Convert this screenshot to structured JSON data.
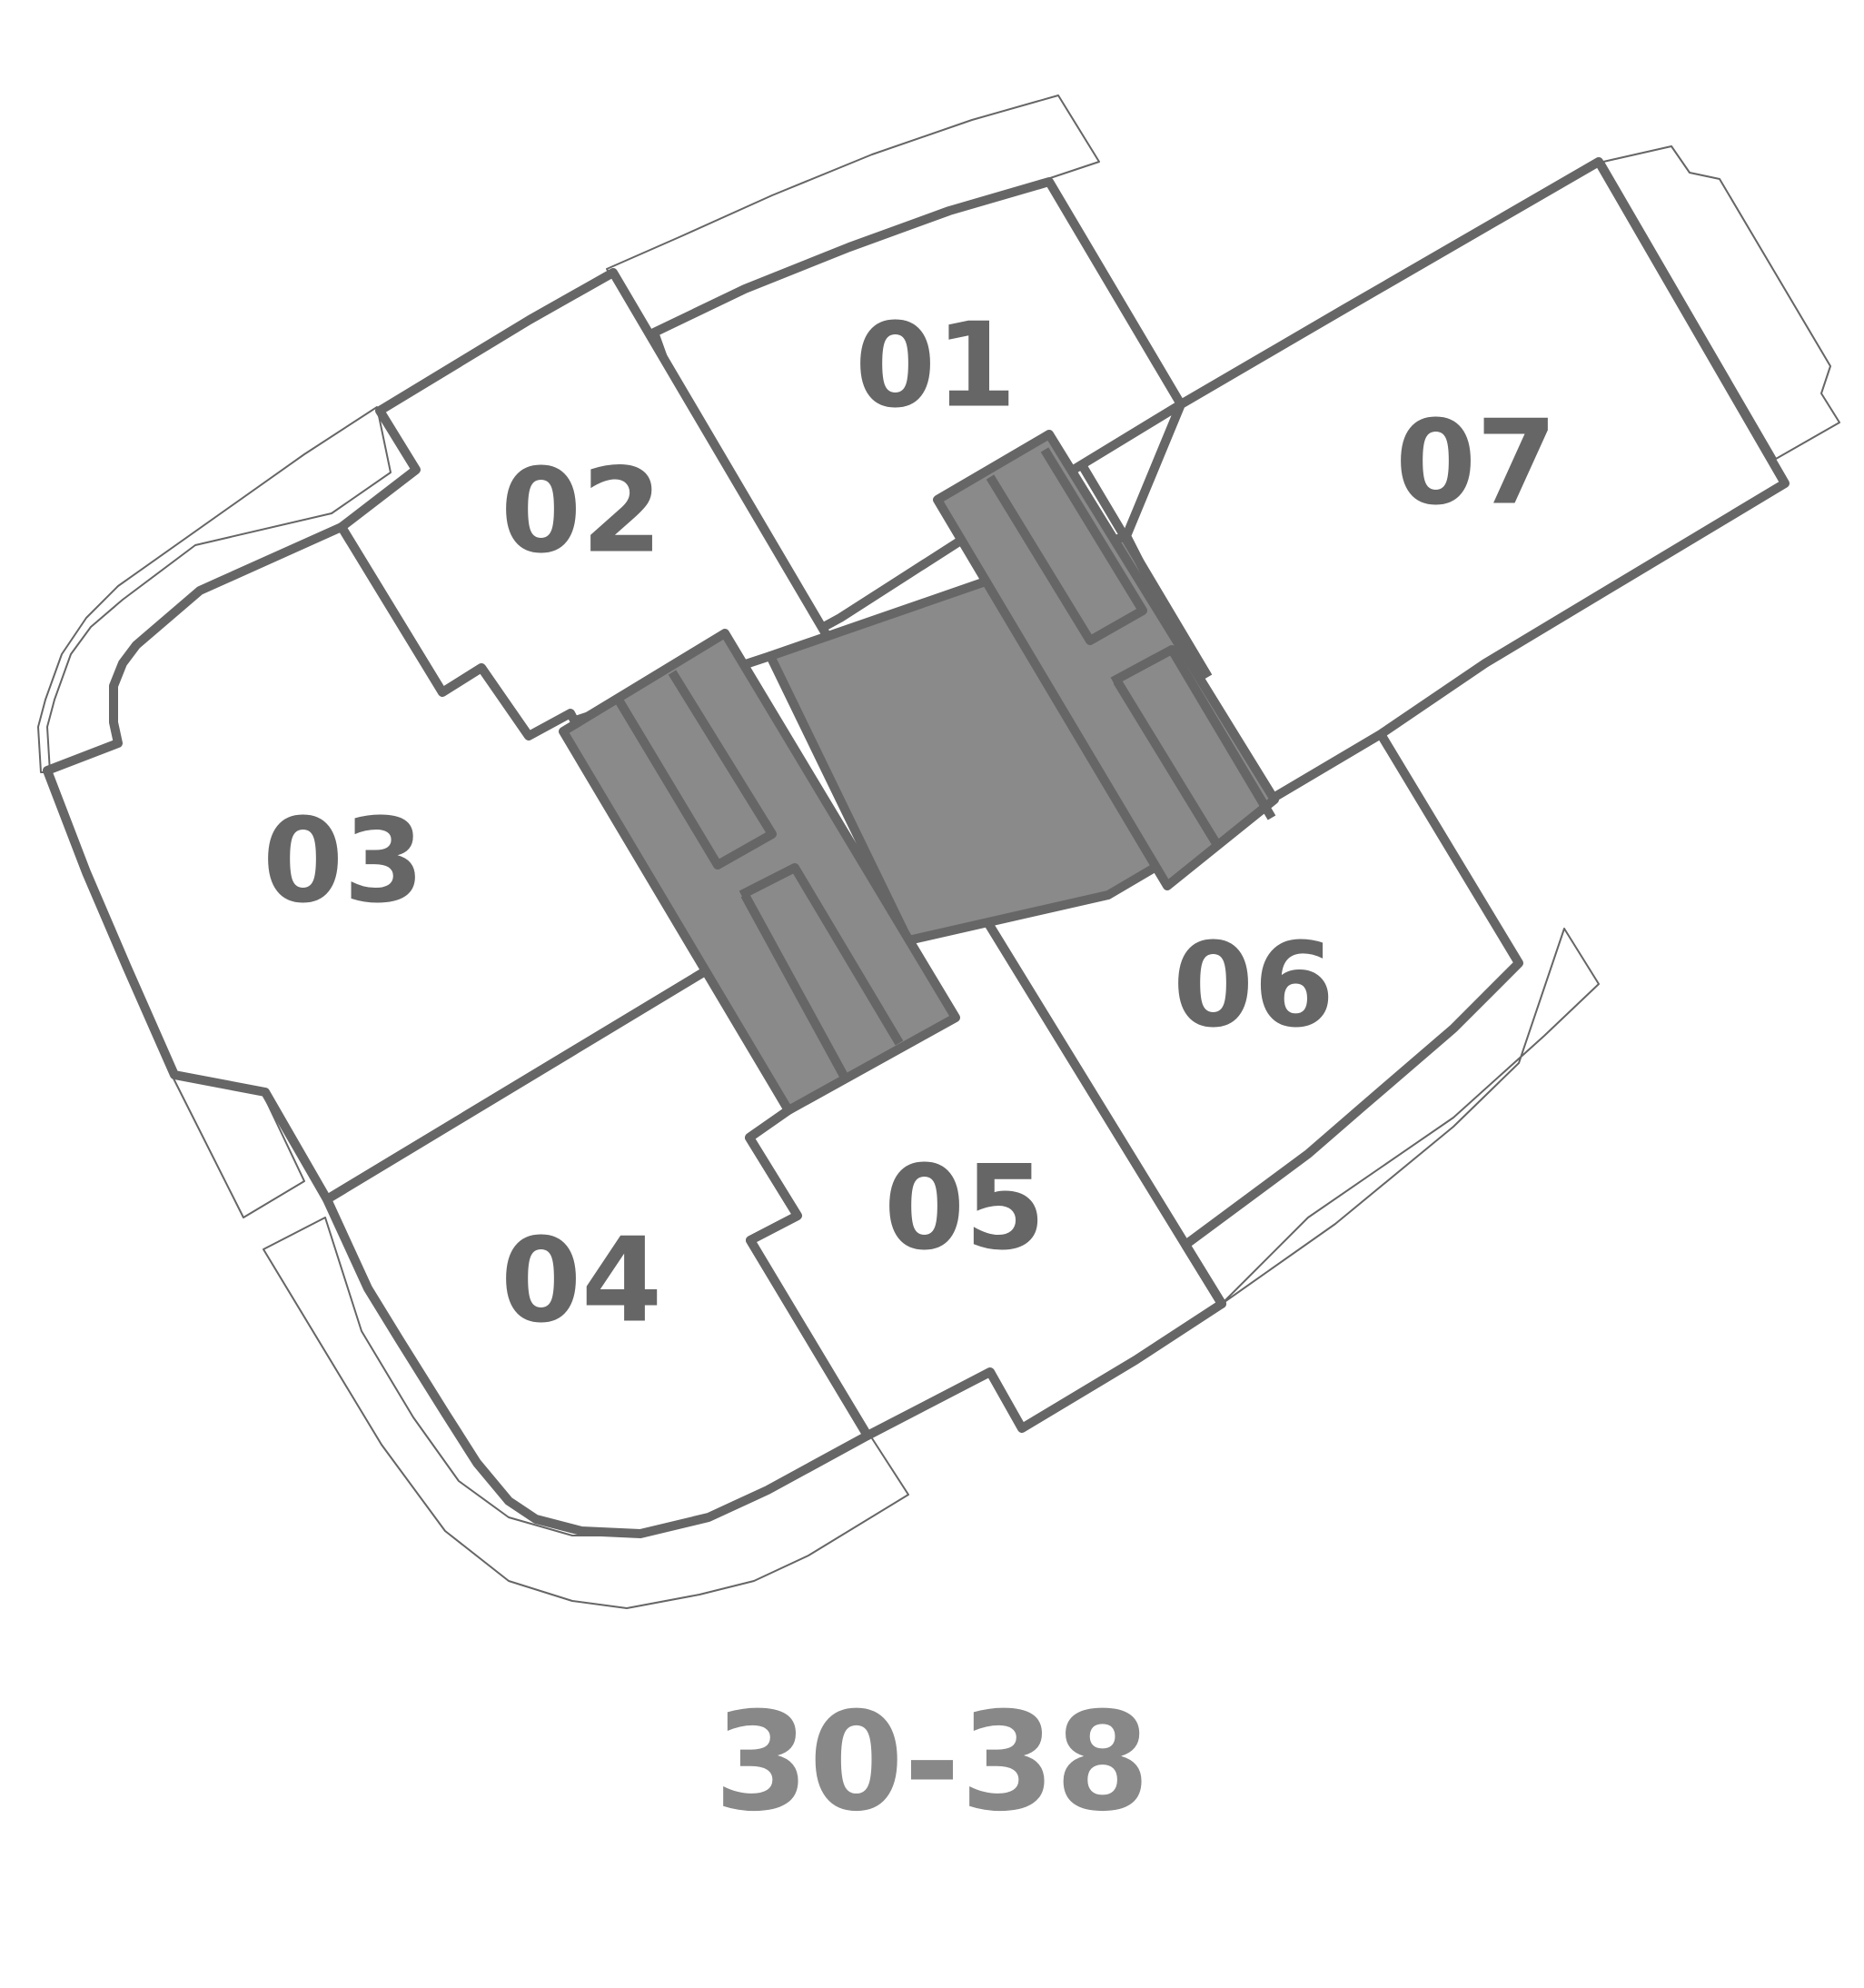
{
  "floor_range": "30-38",
  "units": [
    {
      "id": "01",
      "label": "01"
    },
    {
      "id": "02",
      "label": "02"
    },
    {
      "id": "03",
      "label": "03"
    },
    {
      "id": "04",
      "label": "04"
    },
    {
      "id": "05",
      "label": "05"
    },
    {
      "id": "06",
      "label": "06"
    },
    {
      "id": "07",
      "label": "07"
    }
  ],
  "colors": {
    "outline": "#666666",
    "core_fill": "#8a8a8a",
    "label": "#666666",
    "floor_range": "#888888",
    "background": "#ffffff"
  }
}
